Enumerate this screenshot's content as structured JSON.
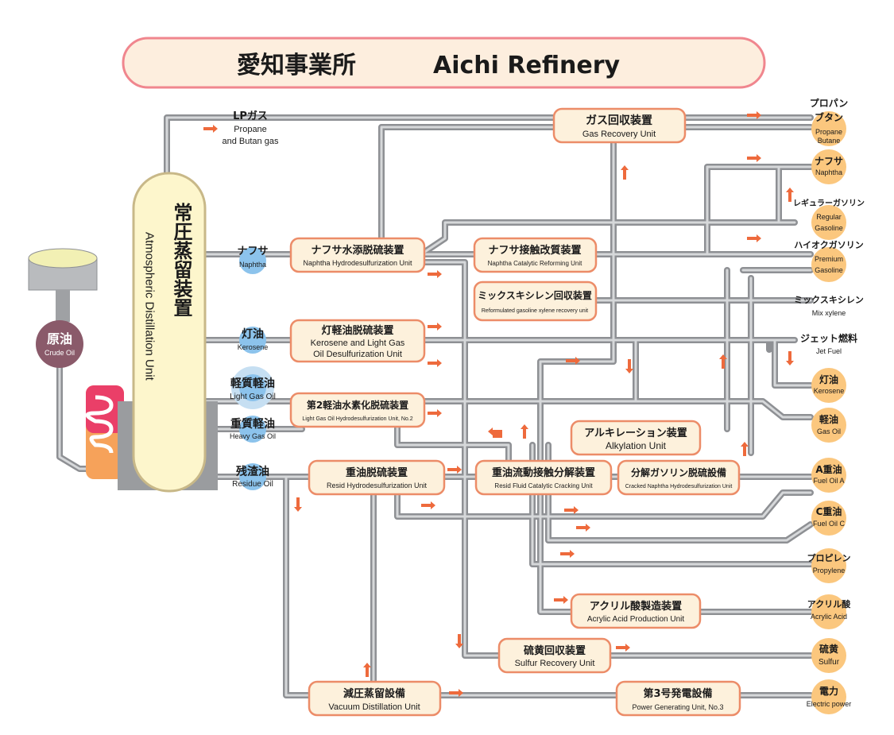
{
  "title": {
    "jp": "愛知事業所",
    "en": "Aichi Refinery"
  },
  "crude": {
    "jp": "原油",
    "en": "Crude Oil"
  },
  "adu": {
    "jp": "常圧蒸留装置",
    "en": "Atmospheric Distillation Unit"
  },
  "fractions": [
    {
      "id": "lpg",
      "jp": "LPガス",
      "en1": "Propane",
      "en2": "and Butan gas"
    },
    {
      "id": "naphtha",
      "jp": "ナフサ",
      "en": "Naphtha"
    },
    {
      "id": "kerosene",
      "jp": "灯油",
      "en": "Kerosene"
    },
    {
      "id": "lightgas",
      "jp": "軽質軽油",
      "en": "Light Gas Oil"
    },
    {
      "id": "heavygas",
      "jp": "重質軽油",
      "en": "Heavy Gas Oil"
    },
    {
      "id": "residue",
      "jp": "残渣油",
      "en": "Residue Oil"
    }
  ],
  "units": [
    {
      "id": "gas-recovery",
      "jp": "ガス回収装置",
      "en": "Gas Recovery Unit"
    },
    {
      "id": "naphtha-hds",
      "jp": "ナフサ水添脱硫装置",
      "en": "Naphtha Hydrodesulfurization Unit"
    },
    {
      "id": "naphtha-reform",
      "jp": "ナフサ接触改質装置",
      "en": "Naphtha Catalytic Reforming Unit"
    },
    {
      "id": "mix-xylene",
      "jp": "ミックスキシレン回収装置",
      "en": "Reformulated gasoline xylene recovery unit"
    },
    {
      "id": "kero-hds",
      "jp": "灯軽油脱硫装置",
      "en": "Kerosene and Light Gas",
      "en2": "Oil Desulfurization Unit"
    },
    {
      "id": "lgo-hds2",
      "jp": "第2軽油水素化脱硫装置",
      "en": "Light Gas Oil Hydrodesulfurization Unit, No.2"
    },
    {
      "id": "alkylation",
      "jp": "アルキレーション装置",
      "en": "Alkylation Unit"
    },
    {
      "id": "resid-hds",
      "jp": "重油脱硫装置",
      "en": "Resid Hydrodesulfurization Unit"
    },
    {
      "id": "rfcc",
      "jp": "重油流動接触分解装置",
      "en": "Resid Fluid Catalytic Cracking Unit"
    },
    {
      "id": "cracked-naphtha-hds",
      "jp": "分解ガソリン脱硫設備",
      "en": "Cracked Naphtha Hydrodesulfurization Unit"
    },
    {
      "id": "acrylic",
      "jp": "アクリル酸製造装置",
      "en": "Acrylic Acid Production Unit"
    },
    {
      "id": "sulfur",
      "jp": "硫黄回収装置",
      "en": "Sulfur Recovery Unit"
    },
    {
      "id": "vacuum",
      "jp": "減圧蒸留設備",
      "en": "Vacuum Distillation Unit"
    },
    {
      "id": "power",
      "jp": "第3号発電設備",
      "en": "Power Generating Unit, No.3"
    }
  ],
  "products": [
    {
      "id": "propane-butane",
      "jp": "プロパン",
      "jp2": "ブタン",
      "en": "Propane",
      "en2": "Butane"
    },
    {
      "id": "naphtha-prod",
      "jp": "ナフサ",
      "en": "Naphtha"
    },
    {
      "id": "regular",
      "jp": "レギュラーガソリン",
      "en": "Regular",
      "en2": "Gasoline"
    },
    {
      "id": "premium",
      "jp": "ハイオクガソリン",
      "en": "Premium",
      "en2": "Gasoline"
    },
    {
      "id": "mixxylene-prod",
      "jp": "ミックスキシレン",
      "en": "Mix xylene"
    },
    {
      "id": "jetfuel",
      "jp": "ジェット燃料",
      "en": "Jet Fuel"
    },
    {
      "id": "kerosene-prod",
      "jp": "灯油",
      "en": "Kerosene"
    },
    {
      "id": "gasoil",
      "jp": "軽油",
      "en": "Gas Oil"
    },
    {
      "id": "fueloil-a",
      "jp": "A重油",
      "en": "Fuel Oil A"
    },
    {
      "id": "fueloil-c",
      "jp": "C重油",
      "en": "Fuel Oil C"
    },
    {
      "id": "propylene",
      "jp": "プロピレン",
      "en": "Propylene"
    },
    {
      "id": "acrylic-prod",
      "jp": "アクリル酸",
      "en": "Acrylic Acid"
    },
    {
      "id": "sulfur-prod",
      "jp": "硫黄",
      "en": "Sulfur"
    },
    {
      "id": "electric",
      "jp": "電力",
      "en": "Electric power"
    }
  ],
  "colors": {
    "pipe": "#a9abae",
    "unit_fill": "#fdf1dc",
    "unit_stroke": "#ec8c68",
    "product": "#fbc77e",
    "fraction": "#8cc3ec",
    "arrow": "#ee6a3c",
    "banner": "#fdeede",
    "tower": "#fdf6cc",
    "crude": "#8a5a6a"
  }
}
